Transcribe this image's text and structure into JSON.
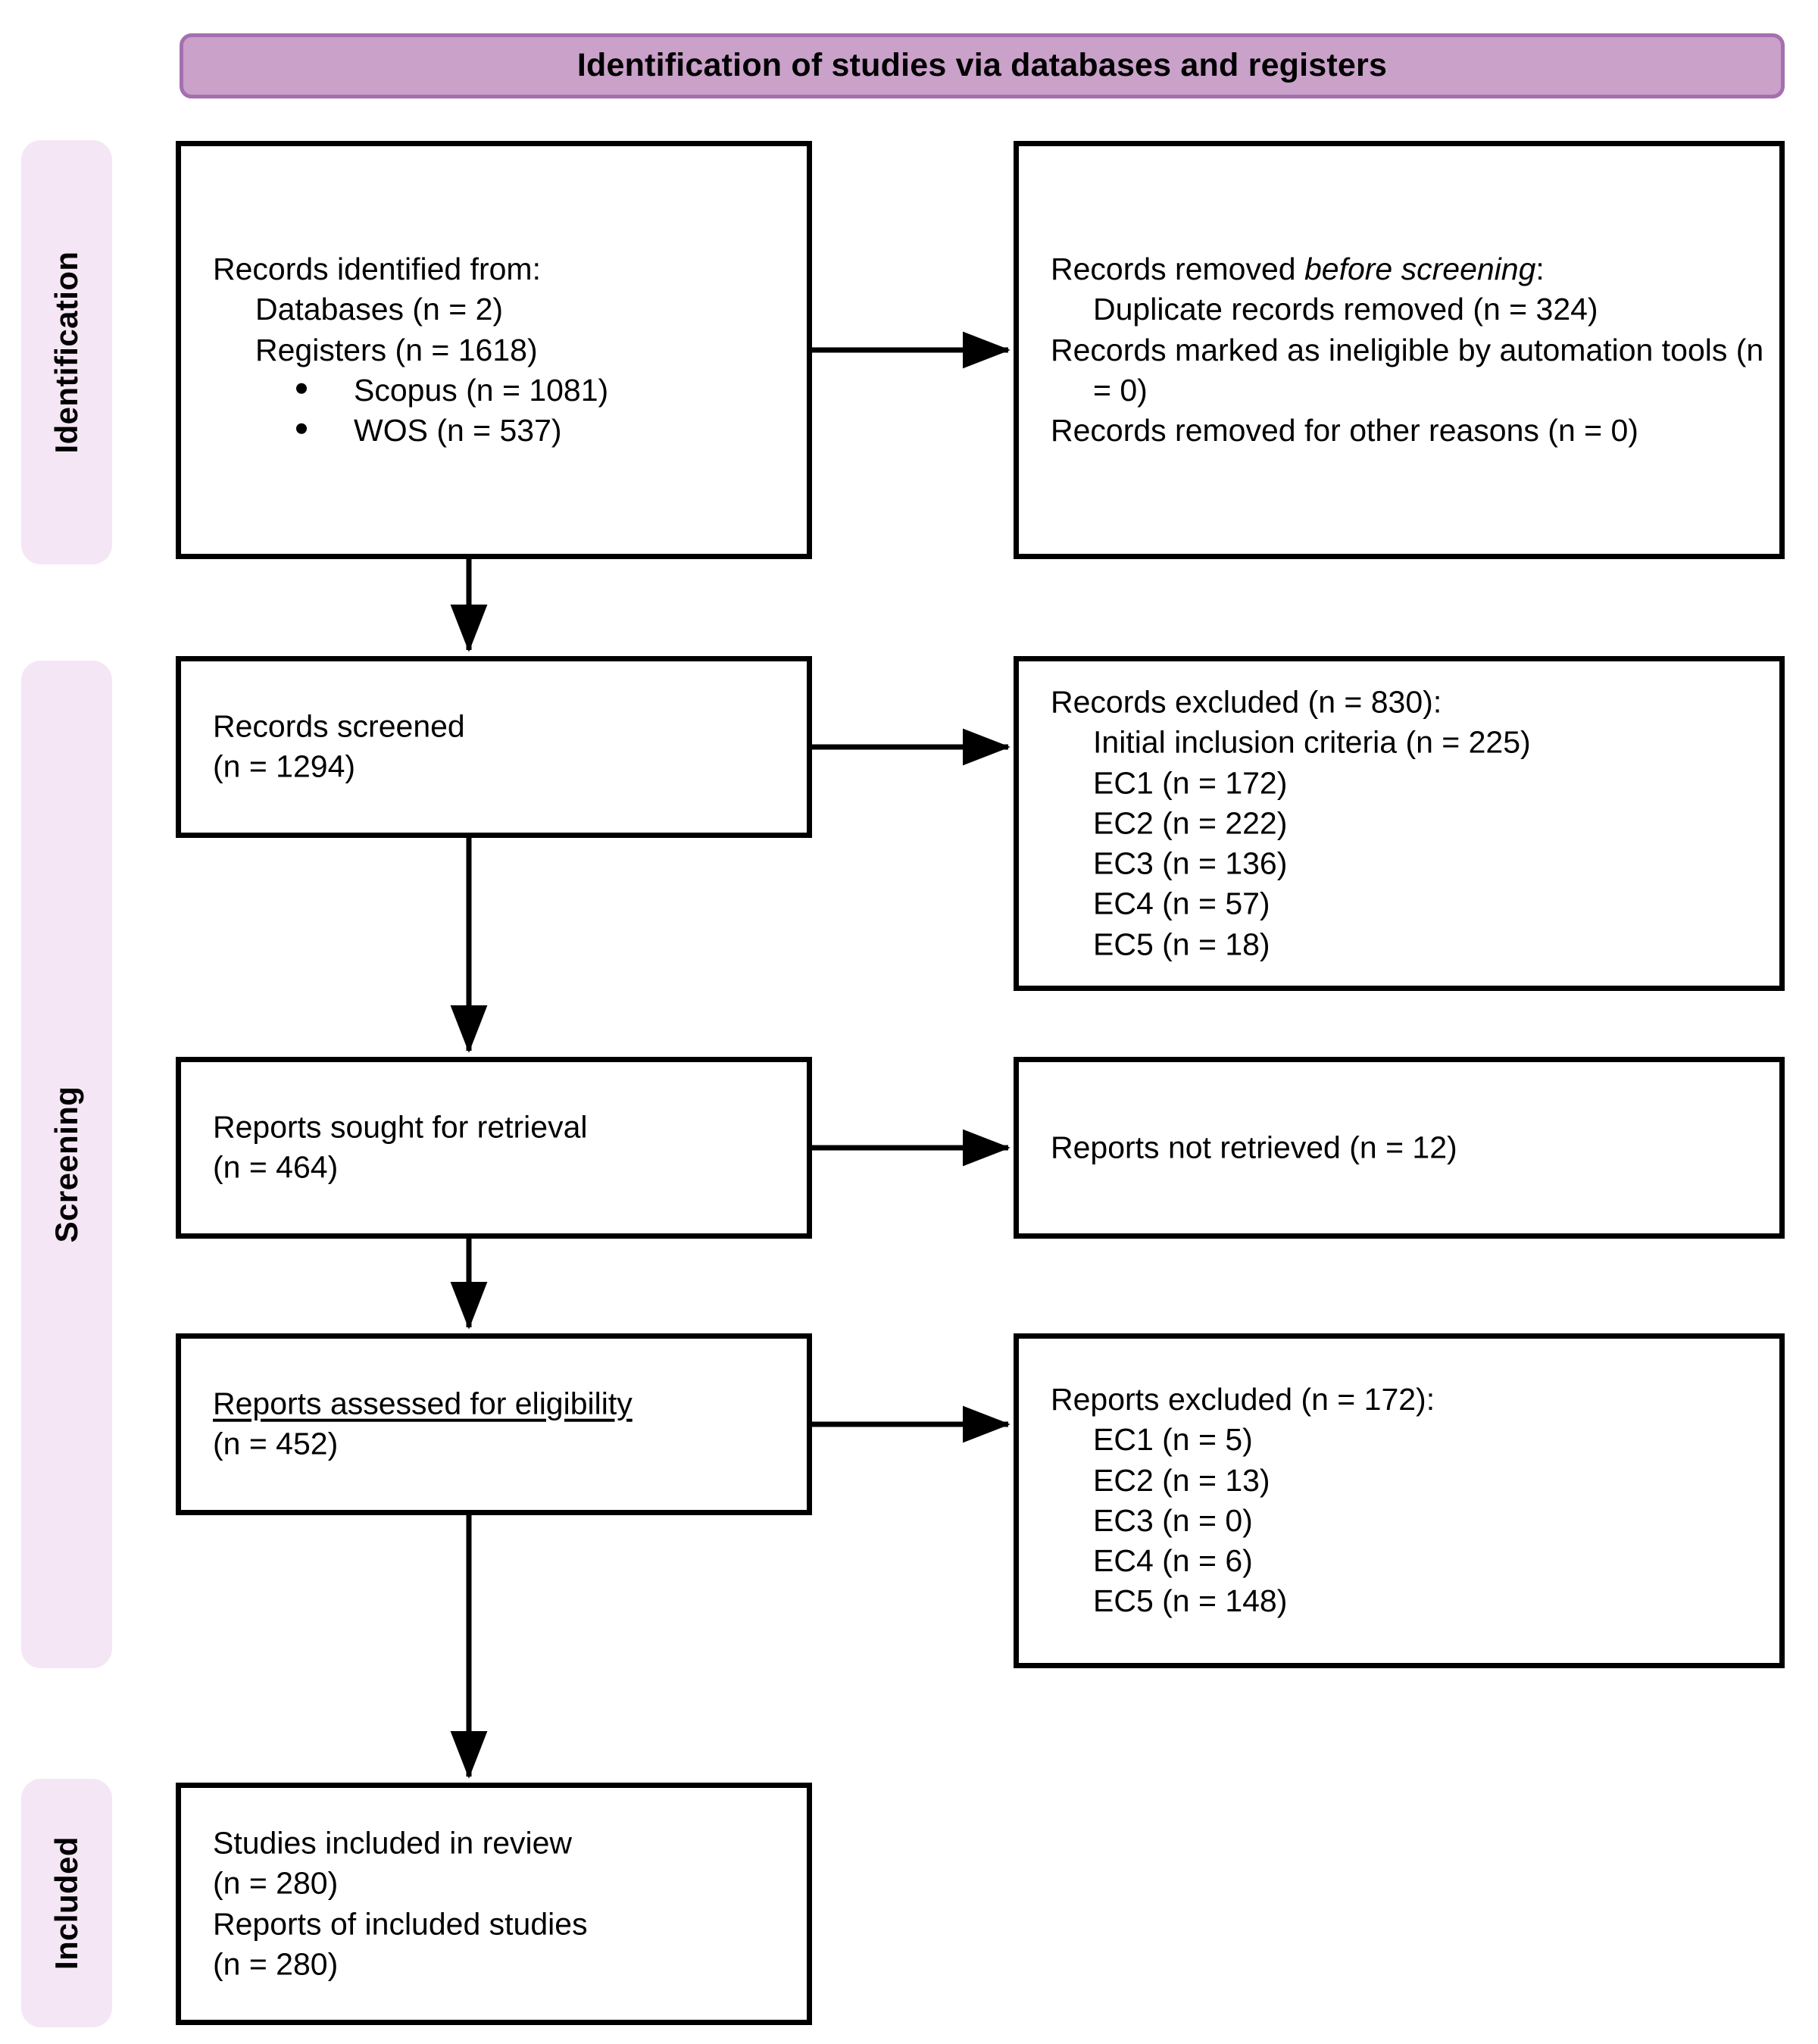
{
  "diagram": {
    "type": "prisma-flow-diagram",
    "header": {
      "title": "Identification of studies via databases and registers"
    },
    "stages": [
      {
        "id": "identification",
        "label": "Identification"
      },
      {
        "id": "screening",
        "label": "Screening"
      },
      {
        "id": "included",
        "label": "Included"
      }
    ],
    "colors": {
      "header_fill": "#c9a1c9",
      "header_border": "#a56fae",
      "rail_fill": "#f4e6f4",
      "box_border": "#000000",
      "box_fill": "#ffffff",
      "text": "#000000"
    },
    "boxes": {
      "identified": {
        "name": "Records identified from",
        "lines": [
          "Records identified from:",
          "Databases (n = 2)",
          "Registers (n = 1618)",
          "Scopus (n = 1081)",
          "WOS (n = 537)"
        ]
      },
      "removed": {
        "name": "Records removed before screening",
        "title_prefix": "Records removed ",
        "title_italic": "before screening",
        "title_suffix": ":",
        "lines": [
          "Duplicate records removed (n = 324)",
          "Records marked as ineligible by automation tools (n = 0)",
          "Records removed for other reasons (n = 0)"
        ]
      },
      "screened": {
        "name": "Records screened",
        "lines": [
          "Records screened",
          "(n = 1294)"
        ]
      },
      "records_excluded": {
        "name": "Records excluded",
        "lines": [
          "Records excluded (n = 830):",
          "Initial inclusion criteria (n = 225)",
          "EC1 (n = 172)",
          "EC2 (n = 222)",
          "EC3 (n = 136)",
          "EC4 (n = 57)",
          "EC5 (n = 18)"
        ]
      },
      "sought": {
        "name": "Reports sought for retrieval",
        "lines": [
          "Reports sought for retrieval",
          "(n = 464)"
        ]
      },
      "not_retrieved": {
        "name": "Reports not retrieved",
        "lines": [
          "Reports not retrieved (n = 12)"
        ]
      },
      "assessed": {
        "name": "Reports assessed for eligibility",
        "lines": [
          "Reports assessed for eligibility",
          "(n = 452)"
        ]
      },
      "reports_excluded": {
        "name": "Reports excluded",
        "lines": [
          "Reports excluded (n = 172):",
          "EC1 (n = 5)",
          "EC2 (n = 13)",
          "EC3 (n = 0)",
          "EC4 (n = 6)",
          "EC5 (n = 148)"
        ]
      },
      "included": {
        "name": "Studies included in review",
        "lines": [
          "Studies included in review",
          "(n = 280)",
          "Reports of included studies",
          "(n = 280)"
        ]
      }
    },
    "counts": {
      "databases": 2,
      "registers": 1618,
      "scopus": 1081,
      "wos": 537,
      "duplicates_removed": 324,
      "ineligible_automation": 0,
      "removed_other": 0,
      "records_screened": 1294,
      "records_excluded_total": 830,
      "records_excluded_initial_criteria": 225,
      "records_excluded_ec1": 172,
      "records_excluded_ec2": 222,
      "records_excluded_ec3": 136,
      "records_excluded_ec4": 57,
      "records_excluded_ec5": 18,
      "reports_sought": 464,
      "reports_not_retrieved": 12,
      "reports_assessed": 452,
      "reports_excluded_total": 172,
      "reports_excluded_ec1": 5,
      "reports_excluded_ec2": 13,
      "reports_excluded_ec3": 0,
      "reports_excluded_ec4": 6,
      "reports_excluded_ec5": 148,
      "studies_included": 280,
      "reports_of_included_studies": 280
    }
  }
}
